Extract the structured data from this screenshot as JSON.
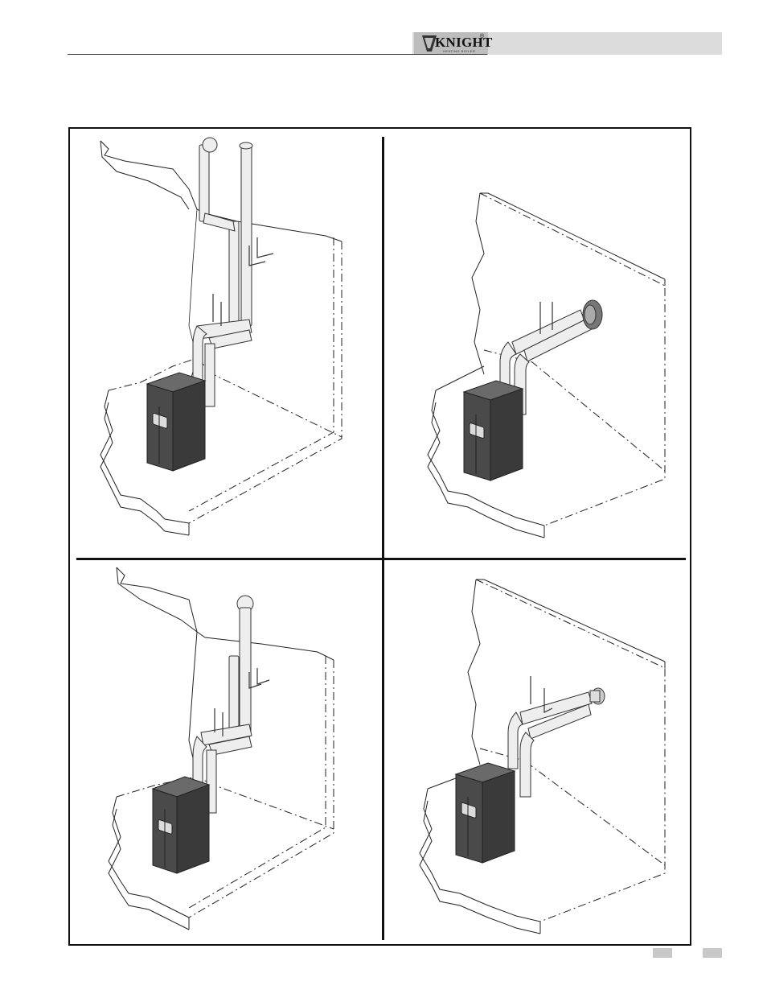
{
  "header": {
    "brand": "KNIGHT",
    "trademark": "®",
    "tagline": "HEATING BOILER"
  },
  "colors": {
    "header_band": "#dcdcdc",
    "logo_box": "#bdbdbd",
    "boiler_dark": "#4a4a4a",
    "pipe_light": "#eeeeee",
    "frame": "#111111"
  },
  "panels": [
    {
      "name": "vertical-vent-two-pipe",
      "illustration": "boiler-with-separate-vertical-vent-and-air-pipes"
    },
    {
      "name": "sidewall-vent-two-pipe",
      "illustration": "boiler-with-sidewall-concentric-vent"
    },
    {
      "name": "vertical-concentric-vent",
      "illustration": "boiler-with-vertical-concentric-vent"
    },
    {
      "name": "sidewall-concentric-vent",
      "illustration": "boiler-with-sidewall-vent-termination"
    }
  ]
}
